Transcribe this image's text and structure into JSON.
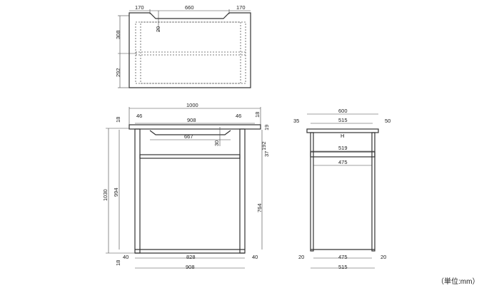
{
  "units_note": "（単位:mm）",
  "top_view": {
    "w_left": "170",
    "w_mid": "660",
    "w_right": "170",
    "notch": "20",
    "d_front": "308",
    "d_back": "292"
  },
  "front_view": {
    "width": "1000",
    "overhang_left": "46",
    "overhang_right": "46",
    "inner_width": "908",
    "top_thick_left": "18",
    "top_thick_right": "18",
    "apron": "19",
    "tray_width": "667",
    "tray_depth": "30",
    "under_clear": "192",
    "rail": "37",
    "height": "1030",
    "leg_height": "994",
    "shelf_clear": "764",
    "foot_left": "40",
    "base_width": "828",
    "foot_right": "40",
    "leg_span": "908",
    "foot_height": "18"
  },
  "side_view": {
    "depth": "600",
    "overhang_front": "35",
    "overhang_back": "50",
    "inner_depth": "515",
    "handle": "H",
    "shelf_width": "519",
    "shelf_inner": "475",
    "foot_left": "20",
    "base_inner": "475",
    "foot_right": "20",
    "leg_span": "515"
  }
}
